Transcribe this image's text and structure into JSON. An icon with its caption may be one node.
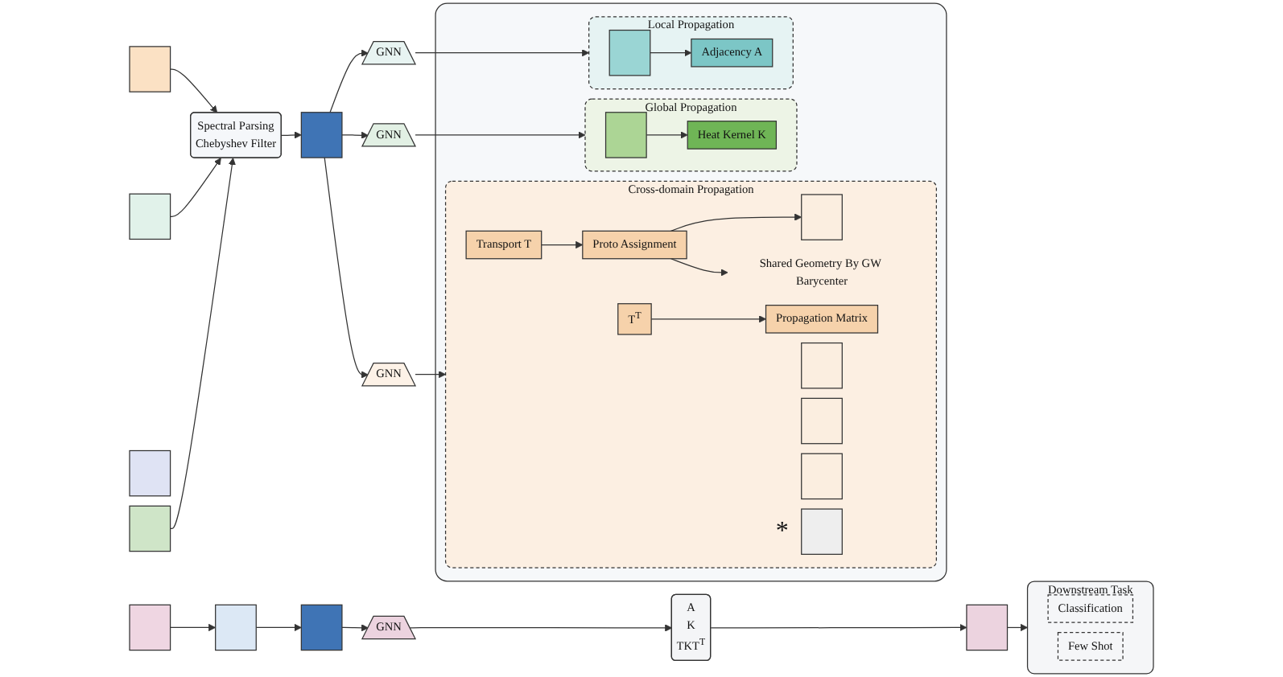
{
  "diagram": {
    "nodes": [
      {
        "text": [],
        "shape": "box"
      },
      {
        "text": [],
        "shape": "box"
      },
      {
        "text": [],
        "shape": "box"
      },
      {
        "text": [],
        "shape": "box"
      },
      {
        "text": [
          "Spectral Parsing",
          "Chebyshev Filter"
        ]
      },
      {
        "text": [],
        "shape": "box"
      },
      {
        "text": [
          "GNN"
        ]
      },
      {
        "text": [
          "GNN"
        ]
      },
      {
        "text": [
          "GNN"
        ]
      },
      {
        "text": [],
        "shape": "box"
      },
      {
        "text": [
          "Local Propagation"
        ],
        "in": 9
      },
      {
        "text": [],
        "shape": "box",
        "in": 10
      },
      {
        "text": [
          "Adjacency A"
        ],
        "in": 10
      },
      {
        "text": [
          "Global Propagation"
        ],
        "in": 9
      },
      {
        "text": [],
        "shape": "box",
        "in": 13
      },
      {
        "text": [
          "Heat Kernel K"
        ],
        "in": 13
      },
      {
        "text": [
          "Cross-domain Propagation"
        ],
        "in": 9
      },
      {
        "text": [
          "Transport T"
        ],
        "in": 16
      },
      {
        "text": [
          "Proto Assignment"
        ],
        "in": 16
      },
      {
        "text": [
          "Propagation Matrix"
        ],
        "in": 16
      },
      {
        "text": [],
        "shape": "box",
        "in": 16
      },
      {
        "text": [],
        "shape": "box",
        "in": 16
      },
      {
        "text": [
          "Shared Geometry By GW Barycenter"
        ],
        "in": 16
      },
      {
        "text": [],
        "shape": "box",
        "in": 16
      },
      {
        "text": [],
        "shape": "box",
        "in": 16
      },
      {
        "text": [],
        "shape": "box",
        "in": 16
      },
      {
        "text": [
          "T$^{T}$"
        ],
        "in": 16
      },
      {
        "text": [],
        "shape": "box"
      },
      {
        "text": [],
        "shape": "box"
      },
      {
        "text": [],
        "shape": "box"
      },
      {
        "text": [
          "GNN"
        ]
      },
      {
        "text": [
          "A",
          "K",
          "TKT$^{T}$"
        ]
      },
      {
        "text": [],
        "shape": "box"
      },
      {
        "text": [
          "Downstream Task"
        ]
      },
      {
        "text": [
          "Classification"
        ],
        "in": 33
      },
      {
        "text": [
          "Few Shot"
        ],
        "in": 33
      }
    ],
    "edges": [
      {
        "from": 0,
        "to": 4,
        "arrow": "to"
      },
      {
        "from": 1,
        "to": 4,
        "arrow": "to"
      },
      {
        "from": 3,
        "to": 4,
        "arrow": "to"
      },
      {
        "from": 4,
        "to": 5,
        "arrow": "to"
      },
      {
        "from": 5,
        "to": 6,
        "arrow": "to"
      },
      {
        "from": 5,
        "to": 7,
        "arrow": "to"
      },
      {
        "from": 5,
        "to": 8,
        "arrow": "to"
      },
      {
        "from": 6,
        "to": 10,
        "arrow": "to"
      },
      {
        "from": 7,
        "to": 13,
        "arrow": "to"
      },
      {
        "from": 8,
        "to": 16,
        "arrow": "to"
      },
      {
        "from": 11,
        "to": 12,
        "arrow": "to"
      },
      {
        "from": 14,
        "to": 15,
        "arrow": "to"
      },
      {
        "from": 17,
        "to": 18,
        "arrow": "to"
      },
      {
        "from": 18,
        "to": 20,
        "arrow": "to"
      },
      {
        "from": 18,
        "to": 22,
        "arrow": "to"
      },
      {
        "from": 26,
        "to": 19,
        "arrow": "to"
      },
      {
        "from": 27,
        "to": 28,
        "arrow": "to"
      },
      {
        "from": 28,
        "to": 29,
        "arrow": "to"
      },
      {
        "from": 29,
        "to": 30,
        "arrow": "to"
      },
      {
        "from": 30,
        "to": 31,
        "arrow": "to"
      },
      {
        "from": 31,
        "to": 32,
        "arrow": "to"
      },
      {
        "from": 32,
        "to": 33,
        "arrow": "to"
      }
    ],
    "labels": [
      "*"
    ]
  }
}
